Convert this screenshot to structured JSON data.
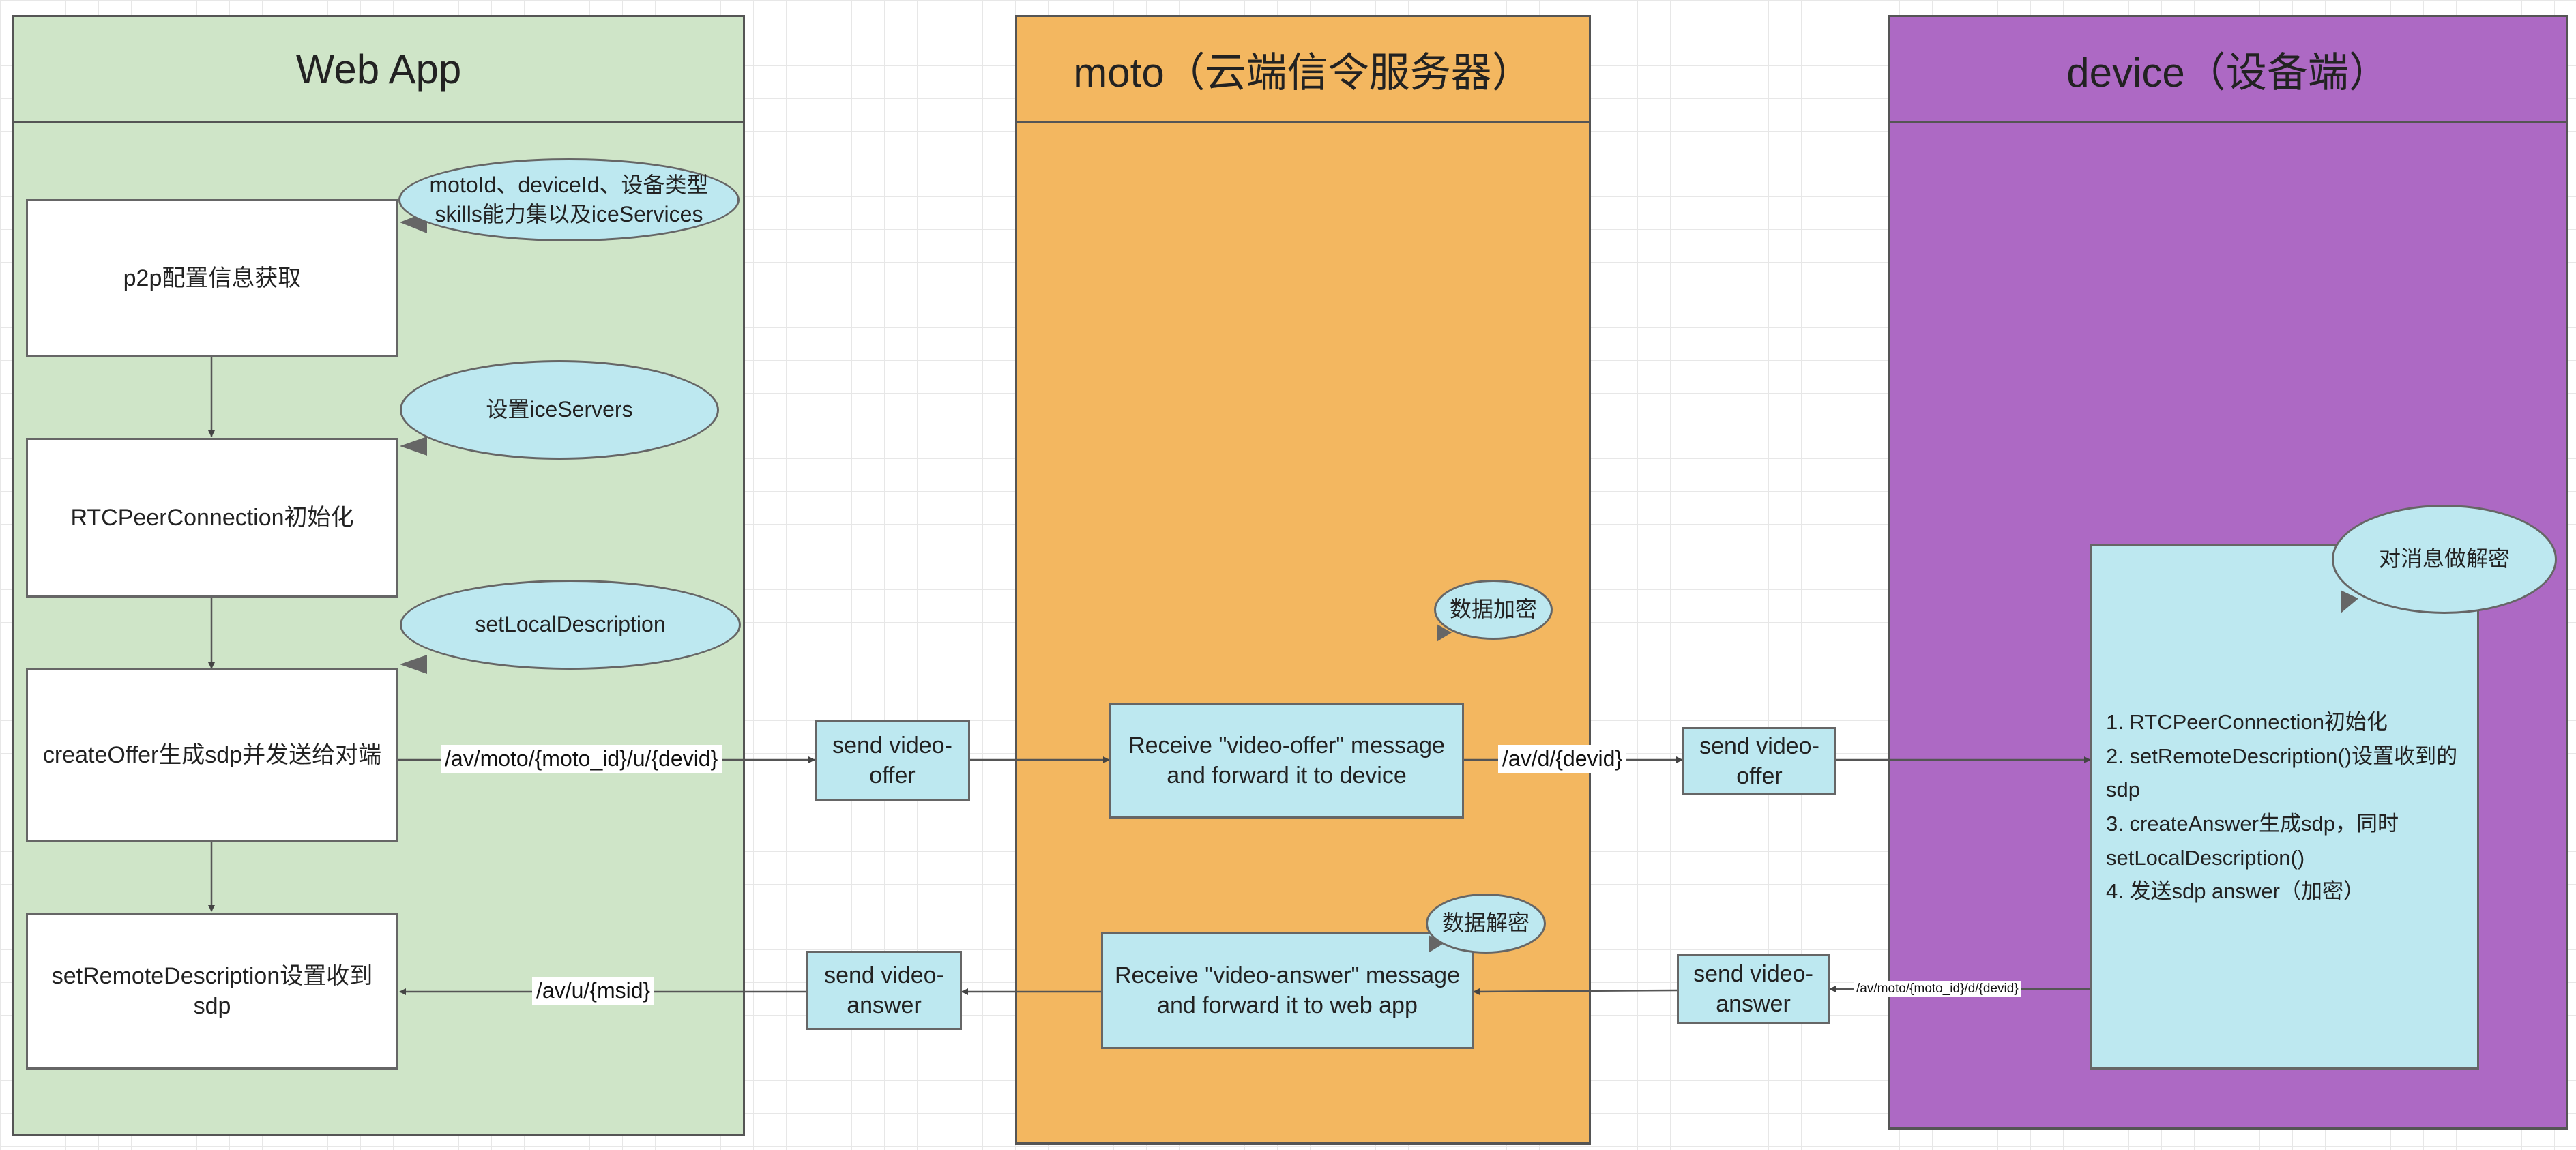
{
  "lanes": {
    "webapp": "Web App",
    "moto": "moto（云端信令服务器）",
    "device": "device（设备端）"
  },
  "webapp": {
    "step1": "p2p配置信息获取",
    "step2": "RTCPeerConnection初始化",
    "step3": "createOffer生成sdp并发送给对端",
    "step4": "setRemoteDescription设置收到sdp",
    "callout1": "motoId、deviceId、设备类型skills能力集以及iceServices",
    "callout2": "设置iceServers",
    "callout3": "setLocalDescription"
  },
  "messages": {
    "send_offer_1": "send video-offer",
    "send_offer_2": "send video-offer",
    "send_answer_1": "send video-answer",
    "send_answer_2": "send video-answer"
  },
  "moto": {
    "receive_offer": "Receive \"video-offer\" message and forward it to device",
    "receive_answer": "Receive \"video-answer\" message and forward it to web app",
    "encrypt": "数据加密",
    "decrypt": "数据解密"
  },
  "device": {
    "steps": [
      "1. RTCPeerConnection初始化",
      "2. setRemoteDescription()设置收到的sdp",
      "3. createAnswer生成sdp，同时setLocalDescription()",
      "4. 发送sdp answer（加密）"
    ],
    "decrypt_callout": "对消息做解密"
  },
  "edges": {
    "offer_to_moto": "/av/moto/{moto_id}/u/{devid}",
    "offer_to_device": "/av/d/{devid}",
    "answer_to_moto": "/av/moto/{moto_id}/d/{devid}",
    "answer_to_webapp": "/av/u/{msid}"
  },
  "colors": {
    "webapp_lane": "#cfe5c8",
    "moto_lane": "#f3b760",
    "device_lane": "#ad69c4",
    "cyan_box": "#bde8f0"
  }
}
